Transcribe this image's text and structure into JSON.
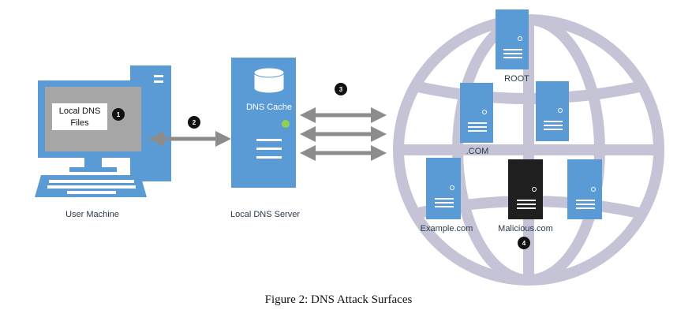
{
  "user_machine": {
    "label": "User Machine",
    "screen_text_line1": "Local DNS",
    "screen_text_line2": "Files"
  },
  "local_dns_server": {
    "label": "Local DNS Server",
    "cache_label": "DNS Cache"
  },
  "internet": {
    "root_label": "ROOT",
    "com_label": ".COM",
    "example_label": "Example.com",
    "malicious_label": "Malicious.com"
  },
  "badges": [
    "1",
    "2",
    "3",
    "4"
  ],
  "caption": "Figure 2: DNS Attack Surfaces",
  "colors": {
    "server_blue": "#5b9bd5",
    "globe_gray": "#c5c3d6",
    "arrow_gray": "#8c8c8c",
    "malicious": "#1f1f1f"
  }
}
